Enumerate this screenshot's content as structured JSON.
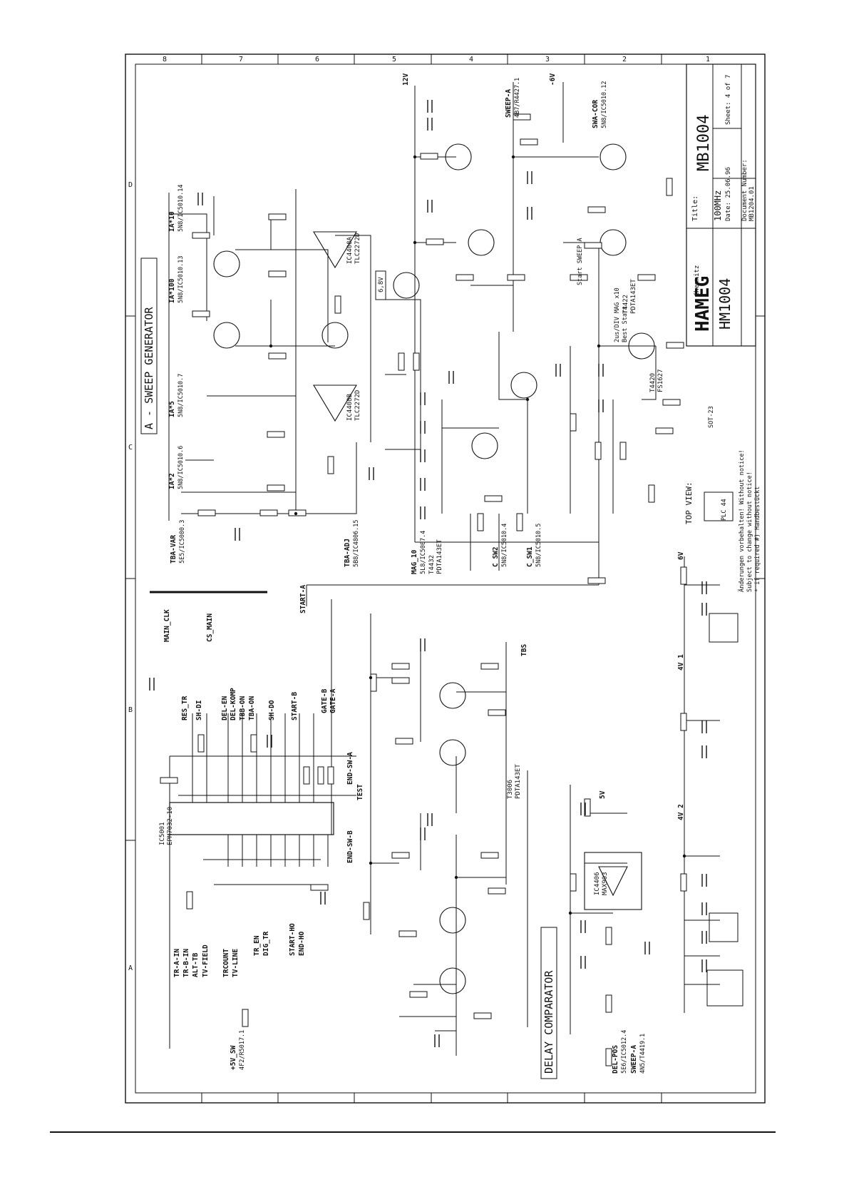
{
  "title_block": {
    "logo": "HAMEG",
    "city": "Chemnitz",
    "model": "HM1004",
    "title_label": "Title:",
    "title_value": "MB1004",
    "subtitle": "100MHz",
    "date": "Date: 25.06.96",
    "sheet": "Sheet: 4   of 7",
    "doc_number_label": "Document Number:",
    "doc_number": "MB1204.01",
    "notice_1": "Änderungen vorbehalten! Without notice!",
    "notice_2": "Subject to change without notice!",
    "notice_3": "* if required #) Handbestückt"
  },
  "blocks": {
    "sweep": "A - SWEEP GENERATOR",
    "delay": "DELAY COMPARATOR",
    "top_view": "TOP VIEW:"
  },
  "grid": {
    "columns": [
      "D",
      "C",
      "B",
      "A"
    ],
    "rows": [
      "8",
      "7",
      "6",
      "5",
      "4",
      "3",
      "2",
      "1"
    ]
  },
  "labels": {
    "l01": "TBA-VAR",
    "l02": "5E5/IC5000.3",
    "l03": "TBA-ADJ",
    "l04": "5B8/IC4806.15",
    "l05": "IA*2",
    "l06": "5N8/IC5010.6",
    "l07": "IA*5",
    "l08": "5N8/IC5010.7",
    "l09": "IA*100",
    "l10": "5N8/IC5010.13",
    "l11": "IA*10",
    "l12": "5N8/IC5010.14",
    "l13": "MAG_10",
    "l14": "5L8/IC5007.4",
    "l15": "C_SW2",
    "l16": "5N8/IC5010.4",
    "l17": "C_SW1",
    "l18": "5N8/IC5010.5",
    "l19": "SWEEP-A",
    "l20": "4B7/R4427.1",
    "l21": "SWA-COR",
    "l22": "5N8/IC5010.12",
    "l23": "MAIN_CLK",
    "l24": "CS_MAIN",
    "l25": "RES_TR",
    "l26": "SH-DI",
    "l27": "DEL-EN",
    "l28": "DEL-KOMP",
    "l29": "TBB-ON",
    "l30": "TBA-ON",
    "l31": "SH-DO",
    "l32": "START-B",
    "l33": "GATE-B",
    "l34": "GATE-A",
    "l35": "START-A",
    "l36": "END-SW-A",
    "l37": "END-SW-B",
    "l38": "TEST",
    "l39": "TR-A-IN",
    "l40": "TR-B-IN",
    "l41": "ALT-TB",
    "l42": "TV-FIELD",
    "l43": "TRCOUNT",
    "l44": "TV-LINE",
    "l45": "TR_EN",
    "l46": "DIG_TR",
    "l47": "START-HO",
    "l48": "END-HO",
    "l49": "+5V_SW",
    "l50": "4F2/R5017.1",
    "l51": "DEL-POS",
    "l52": "5E6/IC5012.4",
    "l53": "SWEEP-A",
    "l54": "4N5/T4419.1",
    "l55": "4V_1",
    "l56": "4V_2",
    "l57": "TBS",
    "l58": "12V",
    "l59": "-6V",
    "l60": "6V",
    "l61": "5V",
    "l62": "IC5001",
    "l63": "EPM7032-10",
    "l64": "IC4408A",
    "l65": "TLC2272D",
    "l66": "IC4408B",
    "l67": "TLC2272D",
    "l68": "T4420",
    "l69": "FS1627",
    "l70": "T4422",
    "l71": "PDTA143ET",
    "l72": "T4432",
    "l73": "PDTA143ET",
    "l74": "IC4406",
    "l75": "MAX903",
    "l76": "T3006",
    "l77": "PDTA143ET",
    "l78": "Start SWEEP A",
    "l79": "2us/DIV MAG x10",
    "l80": "Best Start",
    "l81": "6,8V",
    "l82": "SOT-23",
    "l83": "PLC 44"
  }
}
